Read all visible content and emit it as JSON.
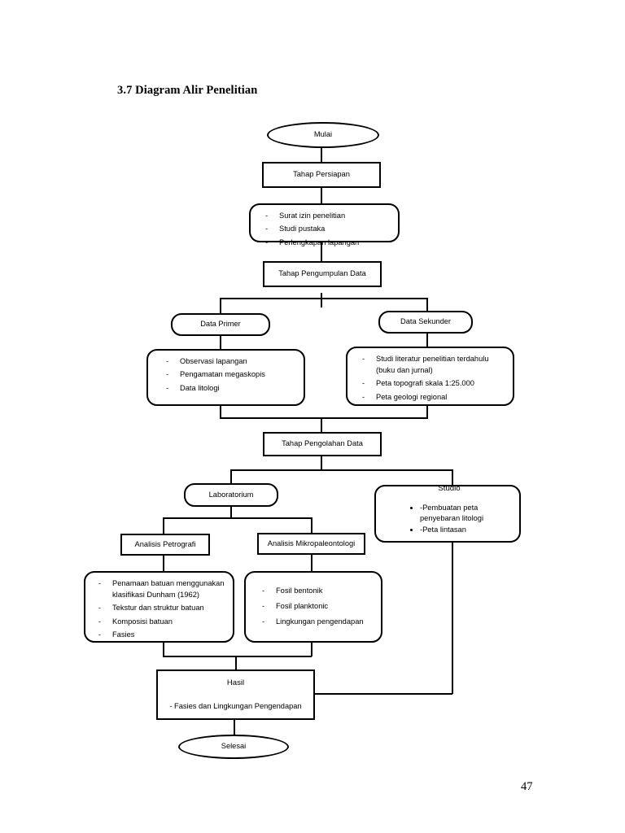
{
  "document": {
    "section_title": "3.7 Diagram Alir Penelitian",
    "page_number": "47"
  },
  "flowchart": {
    "start": {
      "label": "Mulai"
    },
    "end": {
      "label": "Selesai"
    },
    "stage_preparation": {
      "label": "Tahap Persiapan"
    },
    "preparation_items": {
      "items": [
        "Surat izin penelitian",
        "Studi pustaka",
        "Perlengkapan lapangan"
      ]
    },
    "stage_collection": {
      "label": "Tahap Pengumpulan Data"
    },
    "data_primary": {
      "label": "Data Primer"
    },
    "data_primary_items": {
      "items": [
        "Observasi lapangan",
        "Pengamatan megaskopis",
        "Data litologi"
      ]
    },
    "data_secondary": {
      "label": "Data Sekunder"
    },
    "data_secondary_items": {
      "items": [
        "Studi literatur penelitian terdahulu (buku dan jurnal)",
        "Peta topografi skala 1:25.000",
        "Peta geologi regional"
      ]
    },
    "stage_processing": {
      "label": "Tahap Pengolahan Data"
    },
    "laboratory": {
      "label": "Laboratorium"
    },
    "studio": {
      "title": "Studio",
      "items": [
        "Pembuatan peta penyebaran litologi",
        "Peta lintasan"
      ]
    },
    "analysis_petrography": {
      "label": "Analisis Petrografi"
    },
    "analysis_petrography_items": {
      "items": [
        "Penamaan batuan menggunakan klasifikasi Dunham (1962)",
        "Tekstur dan struktur batuan",
        "Komposisi batuan",
        "Fasies"
      ]
    },
    "analysis_micropaleontology": {
      "label": "Analisis Mikropaleontologi"
    },
    "analysis_micropaleontology_items": {
      "items": [
        "Fosil bentonik",
        "Fosil planktonic",
        "Lingkungan pengendapan"
      ]
    },
    "result": {
      "title": "Hasil",
      "subtitle": "- Fasies dan Lingkungan Pengendapan"
    },
    "bullet_marker": "-"
  },
  "style": {
    "line_color": "#000000",
    "node_fill": "#ffffff",
    "text_color": "#000000"
  }
}
